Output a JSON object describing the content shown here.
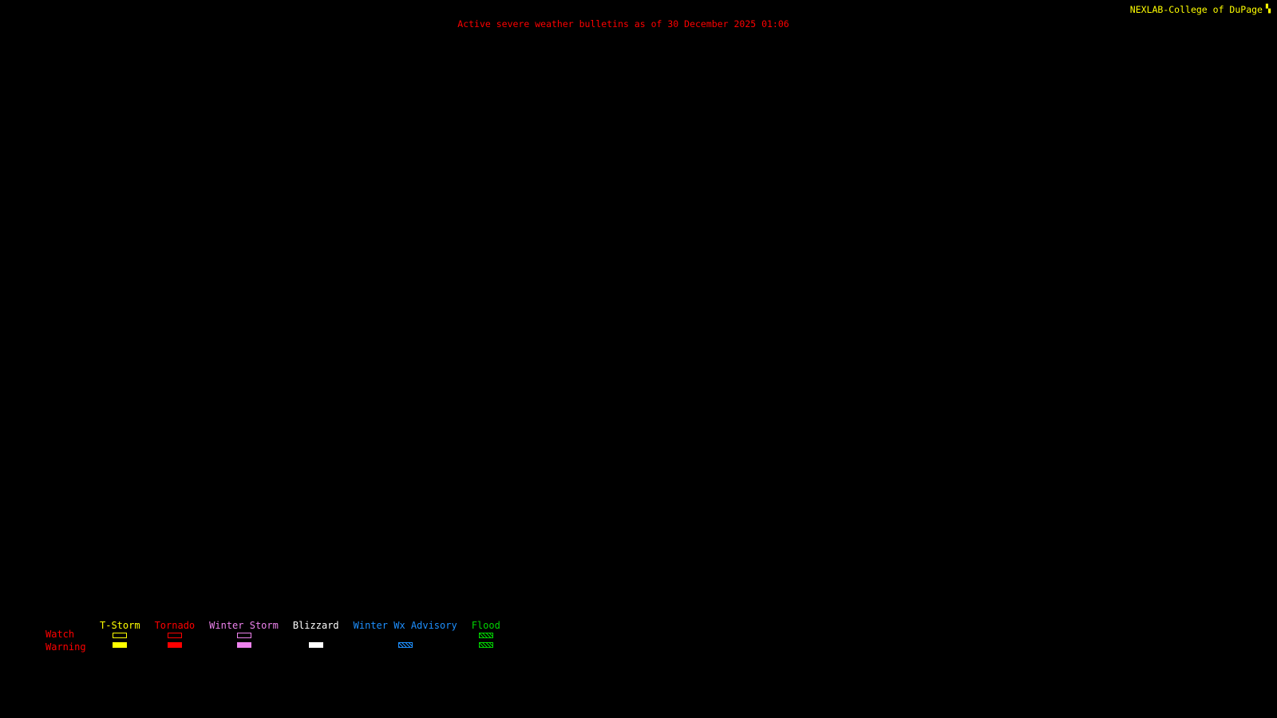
{
  "header": {
    "brand": "NEXLAB-College of DuPage",
    "brand_icon": "▚",
    "title": "Active severe weather bulletins as of 30 December 2025 01:06"
  },
  "colors": {
    "background": "#000000",
    "brand": "#ffff00",
    "title": "#ff0000",
    "legend_row_labels": "#ff0000"
  },
  "legend": {
    "watch_label": "Watch",
    "warning_label": "Warning",
    "columns": [
      {
        "label": "T-Storm",
        "color": "#ffff00",
        "watch": "outline",
        "warning": "fill"
      },
      {
        "label": "Tornado",
        "color": "#ff0000",
        "watch": "outline",
        "warning": "fill"
      },
      {
        "label": "Winter Storm",
        "color": "#ee82ee",
        "watch": "outline",
        "warning": "fill"
      },
      {
        "label": "Blizzard",
        "color": "#ffffff",
        "watch": "none",
        "warning": "fill"
      },
      {
        "label": "Winter Wx Advisory",
        "color": "#1e90ff",
        "watch": "none",
        "warning": "hatch"
      },
      {
        "label": "Flood",
        "color": "#00d400",
        "watch": "hatch",
        "warning": "hatch"
      }
    ]
  }
}
